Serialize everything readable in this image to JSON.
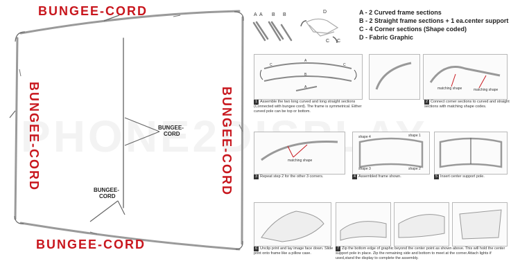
{
  "labels": {
    "top": "BUNGEE-CORD",
    "bottom": "BUNGEE-CORD",
    "left": "BUNGEE-CORD",
    "right": "BUNGEE-CORD",
    "mid_upper_line1": "BUNGEE-",
    "mid_upper_line2": "CORD",
    "mid_lower_line1": "BUNGEE-",
    "mid_lower_line2": "CORD"
  },
  "parts_letters": {
    "a1": "A",
    "a2": "A",
    "b1": "B",
    "b2": "B",
    "c1": "C",
    "c2": "C",
    "d": "D"
  },
  "legend": [
    "A - 2 Curved frame sections",
    "B - 2 Straight frame sections + 1 ea.center support",
    "C - 4 Corner sections (Shape coded)",
    "D - Fabric Graphic"
  ],
  "watermark": "PHONE2DISPLAY",
  "steps": [
    {
      "num": "1",
      "caption": "Assemble the two long curved and long straight sections (Connected with bungee cord). The frame is symmetrical. Either curved pole can be top or bottom.",
      "marks": [
        "A",
        "B",
        "C",
        "A",
        "C"
      ]
    },
    {
      "num": "2",
      "caption": "Connect corner sections to curved and straight sections with matching shape codes.",
      "marks": [
        "matching shape",
        "matching shape"
      ]
    },
    {
      "num": "3",
      "caption": "Repeat step 2 for the other 3 corners.",
      "marks": [
        "matching shape"
      ]
    },
    {
      "num": "4",
      "caption": "Assembled frame shown.",
      "marks": [
        "shape 4",
        "shape 1",
        "shape 3",
        "shape 2"
      ]
    },
    {
      "num": "5",
      "caption": "Insert center support pole.",
      "marks": []
    },
    {
      "num": "6",
      "caption": "Unclip print and lay image face down. Slide print onto frame like a pillow case.",
      "marks": []
    },
    {
      "num": "7",
      "caption": "Zip the bottom edge of graphic beyond the center point as shown above. This will hold the center support pole in place. Zip the remaining side and bottom to meet at the corner.Attach lights if used,stand the display to complete the assembly.",
      "marks": []
    }
  ]
}
